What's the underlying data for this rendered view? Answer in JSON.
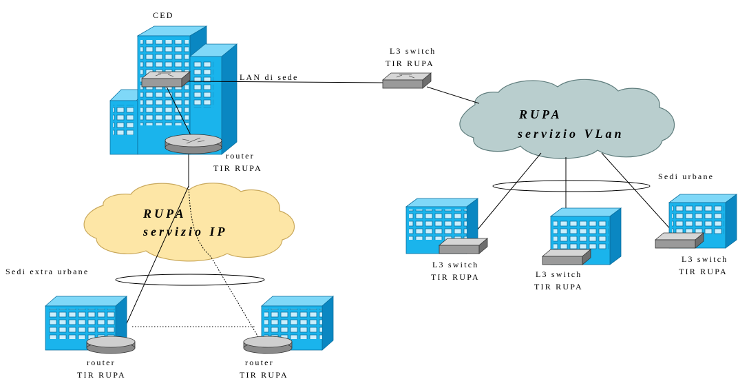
{
  "ced_label": "CED",
  "lan_label": "LAN di sede",
  "top_switch": {
    "line1": "L3 switch",
    "line2": "TIR RUPA"
  },
  "ced_router": {
    "line1": "router",
    "line2": "TIR RUPA"
  },
  "cloud_vlan": {
    "line1": "RUPA",
    "line2": "servizio VLan"
  },
  "cloud_ip": {
    "line1": "RUPA",
    "line2": "servizio IP"
  },
  "sedi_urbane": "Sedi urbane",
  "sedi_extra": "Sedi extra urbane",
  "urban_switches": [
    {
      "line1": "L3 switch",
      "line2": "TIR RUPA"
    },
    {
      "line1": "L3 switch",
      "line2": "TIR RUPA"
    },
    {
      "line1": "L3 switch",
      "line2": "TIR RUPA"
    }
  ],
  "extra_routers": [
    {
      "line1": "router",
      "line2": "TIR RUPA"
    },
    {
      "line1": "router",
      "line2": "TIR RUPA"
    }
  ],
  "colors": {
    "building_front": "#1ab4ec",
    "building_side": "#0a87c2",
    "building_top": "#7fd8f8",
    "window": "#c9eefc",
    "cloud_vlan": "#b9cece",
    "cloud_ip": "#fde6a6"
  }
}
